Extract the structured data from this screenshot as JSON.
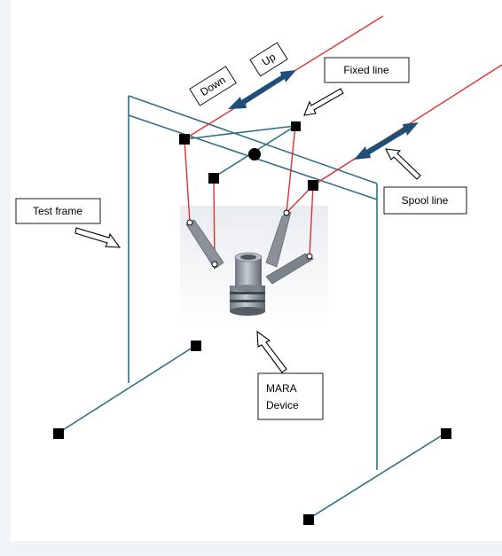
{
  "labels": {
    "up": "Up",
    "down": "Down",
    "fixed_line": "Fixed line",
    "spool_line": "Spool line",
    "test_frame": "Test frame",
    "mara_line1": "MARA",
    "mara_line2": "Device"
  },
  "colors": {
    "background": "#f0f4f9",
    "canvas": "#ffffff",
    "frame": "#2f6f86",
    "cable": "#e03030",
    "arrow": "#1f4e79",
    "node": "#000000"
  }
}
